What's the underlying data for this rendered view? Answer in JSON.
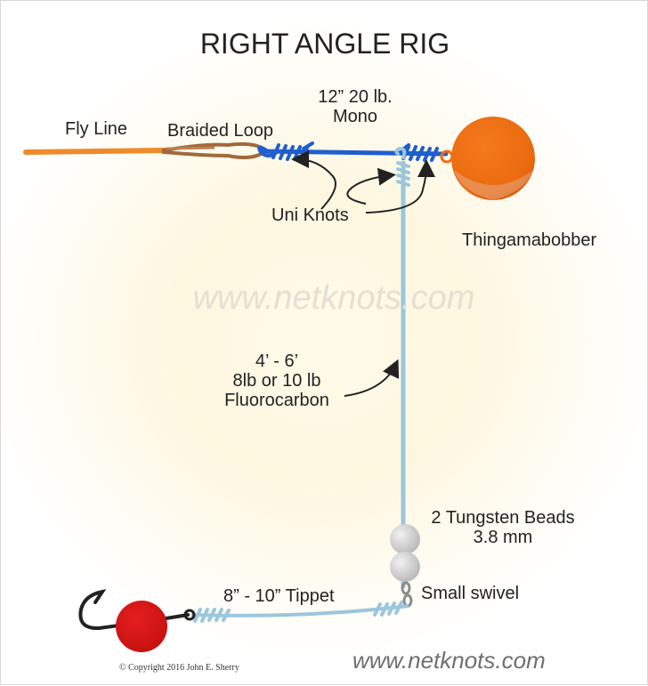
{
  "title": "RIGHT ANGLE RIG",
  "labels": {
    "fly_line": "Fly Line",
    "braided_loop": "Braided Loop",
    "mono_line1": "12” 20 lb.",
    "mono_line2": "Mono",
    "uni_knots": "Uni Knots",
    "bobber": "Thingamabobber",
    "fluoro_line1": "4’ - 6’",
    "fluoro_line2": "8lb or 10 lb",
    "fluoro_line3": "Fluorocarbon",
    "beads_line1": "2 Tungsten Beads",
    "beads_line2": "3.8 mm",
    "swivel": "Small swivel",
    "tippet": "8” - 10” Tippet"
  },
  "watermark": "www.netknots.com",
  "footer": {
    "url": "www.netknots.com",
    "copyright": "©  Copyright  2016  John E. Sherry"
  },
  "colors": {
    "fly_line": "#f08a2a",
    "mono": "#1f5ecf",
    "fluoro": "#9cc6dc",
    "bobber": "#ee6d13",
    "fly": "#d8161b",
    "beads": "#cfcfcf"
  },
  "icons": [
    "bobber-icon",
    "tungsten-bead-icon",
    "swivel-icon",
    "hook-icon",
    "fly-icon",
    "arrow-icon"
  ]
}
